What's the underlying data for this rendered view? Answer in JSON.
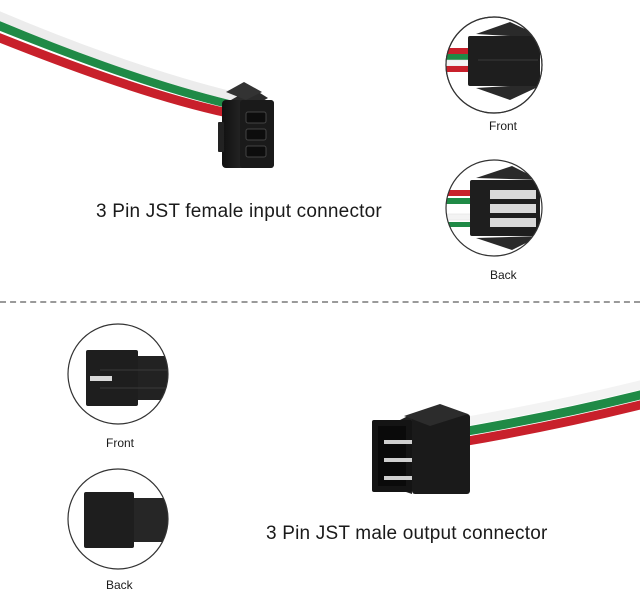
{
  "top_section": {
    "caption": "3 Pin JST female input connector",
    "views": [
      {
        "label": "Front"
      },
      {
        "label": "Back"
      }
    ]
  },
  "bottom_section": {
    "caption": "3 Pin JST male output connector",
    "views": [
      {
        "label": "Front"
      },
      {
        "label": "Back"
      }
    ]
  },
  "colors": {
    "wire_red": "#c8202b",
    "wire_white": "#f3f3f3",
    "wire_green": "#1f8a46",
    "connector_body": "#1e1e1e",
    "divider": "#9a9a9a"
  }
}
